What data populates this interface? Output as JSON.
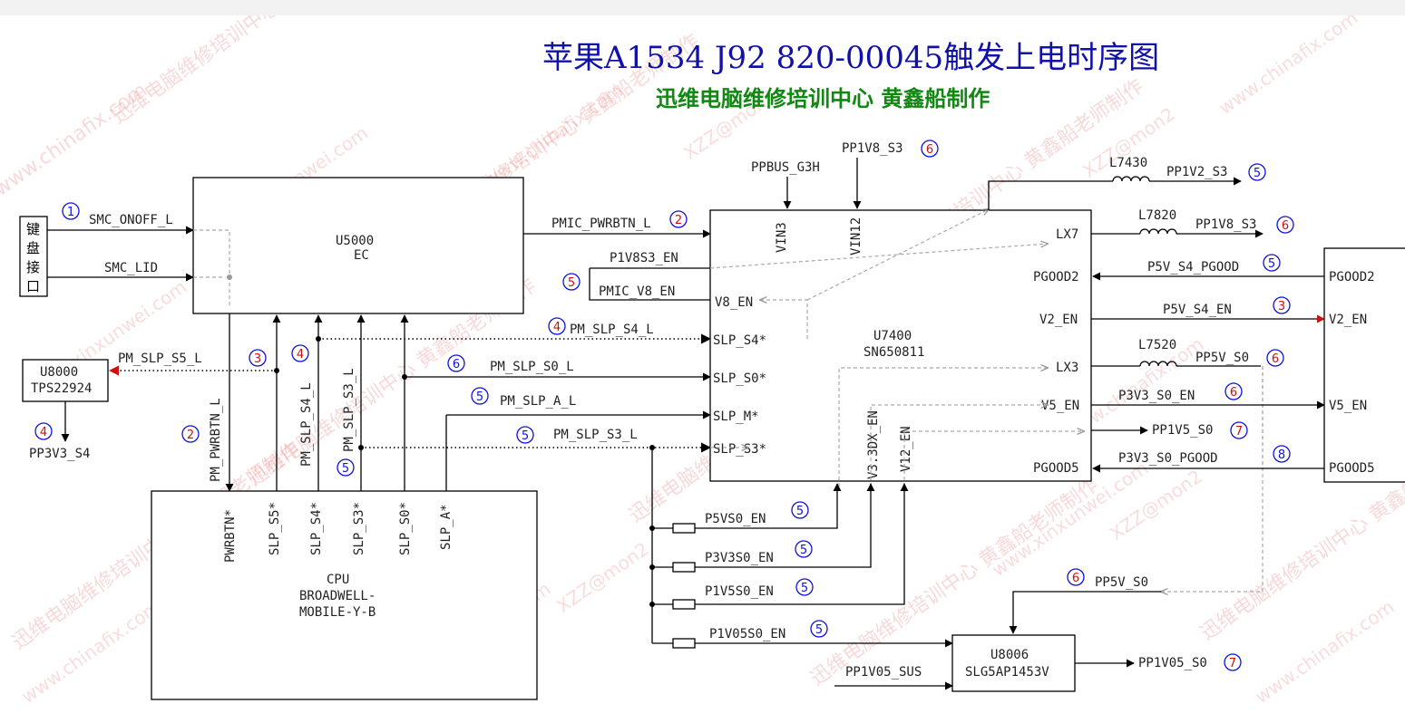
{
  "title": "苹果A1534 J92 820-00045触发上电时序图",
  "subtitle": "迅维电脑维修培训中心 黄鑫船制作",
  "watermarks": [
    "www.chinafix.com",
    "迅维电脑维修培训中心 黄鑫船老师制作",
    "www.xinxunwei.com",
    "XZZ@mon2"
  ],
  "chips": {
    "keyboard": "键盘接口",
    "ec": {
      "ref": "U5000",
      "name": "EC"
    },
    "u8000": {
      "ref": "U8000",
      "name": "TPS22924"
    },
    "pmic": {
      "ref": "U7400",
      "name": "SN650811"
    },
    "cpu": {
      "name": "CPU",
      "line2": "BROADWELL-",
      "line3": "MOBILE-Y-B"
    },
    "u8006": {
      "ref": "U8006",
      "name": "SLG5AP1453V"
    }
  },
  "signals": {
    "smc_onoff": "SMC_ONOFF_L",
    "smc_lid": "SMC_LID",
    "pm_slp_s5": "PM_SLP_S5_L",
    "pp3v3_s4": "PP3V3_S4",
    "pm_pwrbtn": "PM_PWRBTN_L",
    "pm_slp_s4_v": "PM_SLP_S4_L",
    "pm_slp_s3_v": "PM_SLP_S3_L",
    "pmic_pwrbtn": "PMIC_PWRBTN_L",
    "p1v8s3_en": "P1V8S3_EN",
    "pmic_v8_en": "PMIC_V8_EN",
    "pm_slp_s4_h": "PM_SLP_S4_L",
    "pm_slp_s0": "PM_SLP_S0_L",
    "pm_slp_a": "PM_SLP_A_L",
    "pm_slp_s3_h": "PM_SLP_S3_L",
    "ppbus_g3h": "PPBUS_G3H",
    "pp1v8_s3_top": "PP1V8_S3",
    "p5vs0_en": "P5VS0_EN",
    "p3v3s0_en": "P3V3S0_EN",
    "p1v5s0_en": "P1V5S0_EN",
    "p1v05s0_en": "P1V05S0_EN",
    "pp1v05_sus": "PP1V05_SUS",
    "pp1v05_s0": "PP1V05_S0",
    "pp5v_s0_low": "PP5V_S0",
    "l7430": "L7430",
    "pp1v2_s3": "PP1V2_S3",
    "l7820": "L7820",
    "pp1v8_s3": "PP1V8_S3",
    "p5v_s4_pgood": "P5V_S4_PGOOD",
    "p5v_s4_en": "P5V_S4_EN",
    "l7520": "L7520",
    "pp5v_s0": "PP5V_S0",
    "p3v3_s0_en": "P3V3_S0_EN",
    "pp1v5_s0": "PP1V5_S0",
    "p3v3_s0_pgood": "P3V3_S0_PGOOD"
  },
  "pins": {
    "vin3": "VIN3",
    "vin12": "VIN12",
    "lx7": "LX7",
    "pgood2": "PGOOD2",
    "v2_en": "V2_EN",
    "lx3": "LX3",
    "v5_en": "V5_EN",
    "pgood5": "PGOOD5",
    "v8_en": "V8_EN",
    "slp_s4": "SLP_S4*",
    "slp_s0": "SLP_S0*",
    "slp_m": "SLP_M*",
    "slp_s3": "SLP_S3*",
    "v3_3dx_en": "V3.3DX_EN",
    "v12_en": "V12_EN",
    "cpu_pwrbtn": "PWRBTN*",
    "cpu_slp_s5": "SLP_S5*",
    "cpu_slp_s4": "SLP_S4*",
    "cpu_slp_s3": "SLP_S3*",
    "cpu_slp_s0": "SLP_S0*",
    "cpu_slp_a": "SLP_A*",
    "r_pgood2": "PGOOD2",
    "r_v2_en": "V2_EN",
    "r_v5_en": "V5_EN",
    "r_pgood5": "PGOOD5"
  },
  "steps": {
    "smc_onoff": "1",
    "pmic_pwrbtn": "2",
    "pm_pwrbtn": "2",
    "pm_slp_s5": "3",
    "pm_slp_s4_v": "4",
    "pp3v3_s4": "4",
    "pm_slp_s3_v": "5",
    "p1v8s3": "5",
    "pm_slp_s4_h": "4",
    "pm_slp_s0": "6",
    "pm_slp_a": "5",
    "pm_slp_s3_h": "5",
    "pp1v8_s3_top": "6",
    "pp1v2_s3": "5",
    "pp1v8_s3": "6",
    "p5v_s4_pgood": "5",
    "p5v_s4_en": "3",
    "pp5v_s0": "6",
    "p3v3_s0_en": "6",
    "pp1v5_s0": "7",
    "p3v3_s0_pgood": "8",
    "p5vs0_en": "5",
    "p3v3s0_en": "5",
    "p1v5s0_en": "5",
    "p1v05s0_en": "5",
    "pp5v_s0_low": "6",
    "pp1v05_s0": "7"
  }
}
